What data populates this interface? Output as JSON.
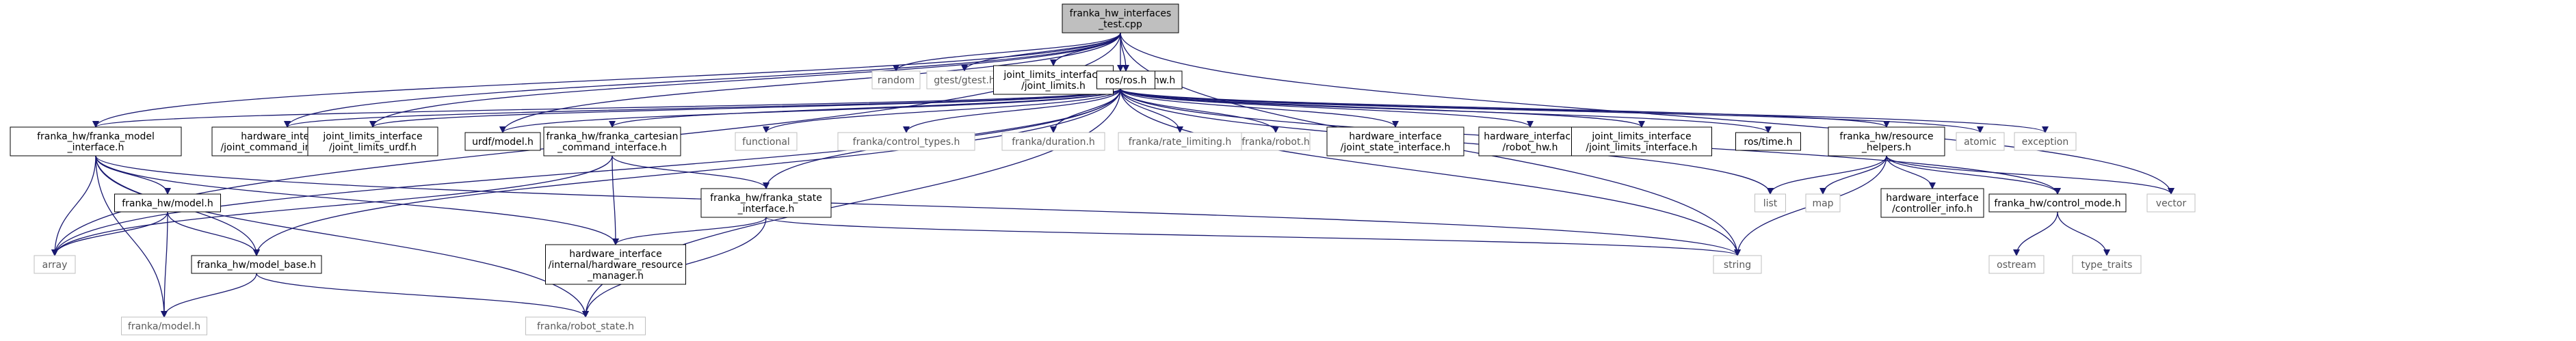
{
  "colors": {
    "edge": "#191970",
    "node_border": "#000000",
    "root_fill": "#bfbfbf",
    "external_border": "#bfbfbf",
    "external_text": "#5a5a5a"
  },
  "root": "franka_hw_interfaces_test.cpp",
  "nodes": {
    "root": {
      "lines": [
        "franka_hw_interfaces",
        "_test.cpp"
      ],
      "kind": "root"
    },
    "fh": {
      "lines": [
        "franka_hw/franka_hw.h"
      ],
      "kind": "local"
    },
    "random": {
      "lines": [
        "random"
      ],
      "kind": "external"
    },
    "gtest": {
      "lines": [
        "gtest/gtest.h"
      ],
      "kind": "external"
    },
    "jli": {
      "lines": [
        "joint_limits_interface",
        "/joint_limits.h"
      ],
      "kind": "local"
    },
    "rosh": {
      "lines": [
        "ros/ros.h"
      ],
      "kind": "local"
    },
    "fmi": {
      "lines": [
        "franka_hw/franka_model",
        "_interface.h"
      ],
      "kind": "local"
    },
    "hjci": {
      "lines": [
        "hardware_interface",
        "/joint_command_interface.h"
      ],
      "kind": "local"
    },
    "jlu": {
      "lines": [
        "joint_limits_interface",
        "/joint_limits_urdf.h"
      ],
      "kind": "local"
    },
    "urdf": {
      "lines": [
        "urdf/model.h"
      ],
      "kind": "local"
    },
    "fci": {
      "lines": [
        "franka_hw/franka_cartesian",
        "_command_interface.h"
      ],
      "kind": "local"
    },
    "functional": {
      "lines": [
        "functional"
      ],
      "kind": "external"
    },
    "fct": {
      "lines": [
        "franka/control_types.h"
      ],
      "kind": "external"
    },
    "fdur": {
      "lines": [
        "franka/duration.h"
      ],
      "kind": "external"
    },
    "frl": {
      "lines": [
        "franka/rate_limiting.h"
      ],
      "kind": "external"
    },
    "frob": {
      "lines": [
        "franka/robot.h"
      ],
      "kind": "external"
    },
    "hjsi": {
      "lines": [
        "hardware_interface",
        "/joint_state_interface.h"
      ],
      "kind": "local"
    },
    "hrhw": {
      "lines": [
        "hardware_interface",
        "/robot_hw.h"
      ],
      "kind": "local"
    },
    "jlint": {
      "lines": [
        "joint_limits_interface",
        "/joint_limits_interface.h"
      ],
      "kind": "local"
    },
    "rtime": {
      "lines": [
        "ros/time.h"
      ],
      "kind": "local"
    },
    "frh": {
      "lines": [
        "franka_hw/resource",
        "_helpers.h"
      ],
      "kind": "local"
    },
    "atomic": {
      "lines": [
        "atomic"
      ],
      "kind": "external"
    },
    "exception": {
      "lines": [
        "exception"
      ],
      "kind": "external"
    },
    "fmodel": {
      "lines": [
        "franka_hw/model.h"
      ],
      "kind": "local"
    },
    "fsi": {
      "lines": [
        "franka_hw/franka_state",
        "_interface.h"
      ],
      "kind": "local"
    },
    "list": {
      "lines": [
        "list"
      ],
      "kind": "external"
    },
    "map": {
      "lines": [
        "map"
      ],
      "kind": "external"
    },
    "hci": {
      "lines": [
        "hardware_interface",
        "/controller_info.h"
      ],
      "kind": "local"
    },
    "fcm": {
      "lines": [
        "franka_hw/control_mode.h"
      ],
      "kind": "local"
    },
    "vector": {
      "lines": [
        "vector"
      ],
      "kind": "external"
    },
    "array": {
      "lines": [
        "array"
      ],
      "kind": "external"
    },
    "fmb": {
      "lines": [
        "franka_hw/model_base.h"
      ],
      "kind": "local"
    },
    "hirm": {
      "lines": [
        "hardware_interface",
        "/internal/hardware_resource",
        "_manager.h"
      ],
      "kind": "local"
    },
    "string": {
      "lines": [
        "string"
      ],
      "kind": "external"
    },
    "ostream": {
      "lines": [
        "ostream"
      ],
      "kind": "external"
    },
    "tt": {
      "lines": [
        "type_traits"
      ],
      "kind": "external"
    },
    "fmodelh": {
      "lines": [
        "franka/model.h"
      ],
      "kind": "external"
    },
    "frs": {
      "lines": [
        "franka/robot_state.h"
      ],
      "kind": "external"
    }
  },
  "edges": [
    [
      "root",
      "fh"
    ],
    [
      "root",
      "random"
    ],
    [
      "root",
      "gtest"
    ],
    [
      "root",
      "jli"
    ],
    [
      "root",
      "rosh"
    ],
    [
      "root",
      "fmi"
    ],
    [
      "root",
      "hjci"
    ],
    [
      "root",
      "jlu"
    ],
    [
      "root",
      "urdf"
    ],
    [
      "root",
      "array"
    ],
    [
      "root",
      "string"
    ],
    [
      "root",
      "vector"
    ],
    [
      "fh",
      "fmi"
    ],
    [
      "fh",
      "hjci"
    ],
    [
      "fh",
      "jlu"
    ],
    [
      "fh",
      "urdf"
    ],
    [
      "fh",
      "fci"
    ],
    [
      "fh",
      "functional"
    ],
    [
      "fh",
      "fct"
    ],
    [
      "fh",
      "fdur"
    ],
    [
      "fh",
      "frl"
    ],
    [
      "fh",
      "frob"
    ],
    [
      "fh",
      "hjsi"
    ],
    [
      "fh",
      "hrhw"
    ],
    [
      "fh",
      "jlint"
    ],
    [
      "fh",
      "rtime"
    ],
    [
      "fh",
      "frh"
    ],
    [
      "fh",
      "atomic"
    ],
    [
      "fh",
      "exception"
    ],
    [
      "fh",
      "fsi"
    ],
    [
      "fh",
      "list"
    ],
    [
      "fh",
      "string"
    ],
    [
      "fh",
      "array"
    ],
    [
      "fh",
      "fmb"
    ],
    [
      "fh",
      "frs"
    ],
    [
      "fh",
      "fcm"
    ],
    [
      "fmi",
      "fmodel"
    ],
    [
      "fmi",
      "fmb"
    ],
    [
      "fmi",
      "array"
    ],
    [
      "fmi",
      "fmodelh"
    ],
    [
      "fmi",
      "hirm"
    ],
    [
      "fmi",
      "frs"
    ],
    [
      "fmi",
      "string"
    ],
    [
      "fci",
      "array"
    ],
    [
      "fci",
      "hirm"
    ],
    [
      "fci",
      "fsi"
    ],
    [
      "fmodel",
      "array"
    ],
    [
      "fmodel",
      "fmb"
    ],
    [
      "fmodel",
      "fmodelh"
    ],
    [
      "fsi",
      "hirm"
    ],
    [
      "fsi",
      "frs"
    ],
    [
      "fsi",
      "string"
    ],
    [
      "frh",
      "list"
    ],
    [
      "frh",
      "map"
    ],
    [
      "frh",
      "hci"
    ],
    [
      "frh",
      "fcm"
    ],
    [
      "frh",
      "string"
    ],
    [
      "frh",
      "vector"
    ],
    [
      "fcm",
      "ostream"
    ],
    [
      "fcm",
      "tt"
    ],
    [
      "fmb",
      "fmodelh"
    ],
    [
      "fmb",
      "frs"
    ]
  ]
}
